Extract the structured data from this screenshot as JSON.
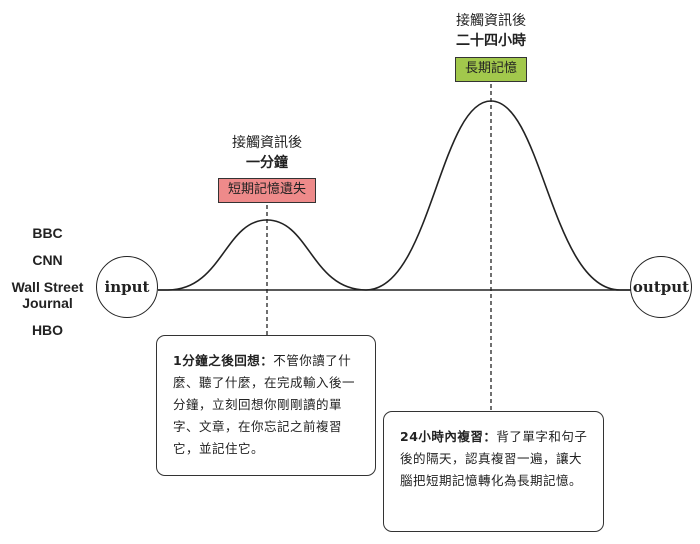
{
  "sources": [
    "BBC",
    "CNN",
    "Wall Street Journal",
    "HBO"
  ],
  "nodes": {
    "input": "input",
    "output": "output"
  },
  "peaks": {
    "short": {
      "line1": "接觸資訊後",
      "line2": "一分鐘",
      "tag": "短期記憶遺失"
    },
    "long": {
      "line1": "接觸資訊後",
      "line2": "二十四小時",
      "tag": "長期記憶"
    }
  },
  "notes": {
    "one_minute": {
      "title": "1分鐘之後回想：",
      "body": "不管你讀了什麼、聽了什麼，在完成輸入後一分鐘，立刻回想你剛剛讀的單字、文章，在你忘記之前複習它，並記住它。"
    },
    "twenty_four_hours": {
      "title": "24小時內複習：",
      "body": "背了單字和句子後的隔天，認真複習一遍，讓大腦把短期記憶轉化為長期記憶。"
    }
  },
  "colors": {
    "short_tag": "#ee8a8a",
    "long_tag": "#a2c84c",
    "line": "#222222"
  }
}
